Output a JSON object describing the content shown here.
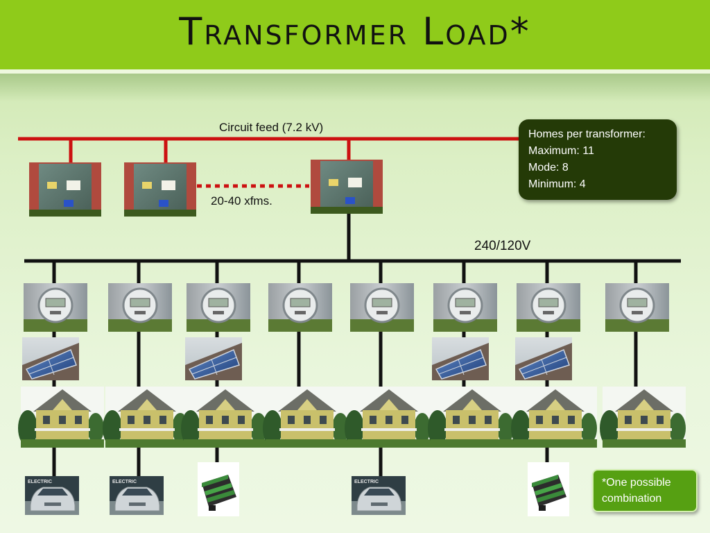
{
  "title": "Transformer Load*",
  "labels": {
    "circuit_feed": "Circuit feed (7.2 kV)",
    "xfms": "20-40 xfms.",
    "voltage": "240/120V"
  },
  "info_box": {
    "heading": "Homes per transformer:",
    "maximum": "Maximum: 11",
    "mode": "Mode: 8",
    "minimum": "Minimum: 4"
  },
  "footnote": "*One possible combination",
  "colors": {
    "title_bar": "#8fcb1a",
    "feed_line": "#cc1111",
    "service_line": "#111111",
    "info_box": "#243a07",
    "note_box": "#56a012"
  },
  "home_columns": [
    {
      "meter": true,
      "solar": true,
      "house": true,
      "ev": true,
      "battery": false
    },
    {
      "meter": true,
      "solar": false,
      "house": true,
      "ev": true,
      "battery": false
    },
    {
      "meter": true,
      "solar": true,
      "house": true,
      "ev": false,
      "battery": true
    },
    {
      "meter": true,
      "solar": false,
      "house": true,
      "ev": false,
      "battery": false
    },
    {
      "meter": true,
      "solar": false,
      "house": true,
      "ev": true,
      "battery": false
    },
    {
      "meter": true,
      "solar": true,
      "house": true,
      "ev": false,
      "battery": false
    },
    {
      "meter": true,
      "solar": true,
      "house": true,
      "ev": false,
      "battery": true
    },
    {
      "meter": true,
      "solar": false,
      "house": true,
      "ev": false,
      "battery": false
    }
  ],
  "ev_badge": "ELECTRIC"
}
